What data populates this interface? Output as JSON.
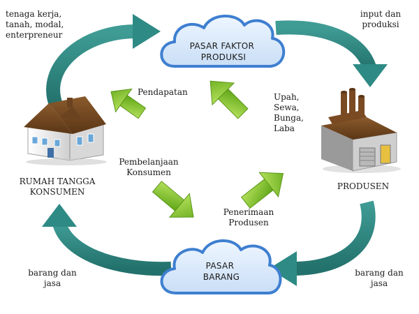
{
  "nodes": {
    "pasar_faktor": "PASAR FAKTOR\nPRODUKSI",
    "pasar_barang": "PASAR\nBARANG",
    "rumah_tangga": "RUMAH TANGGA\nKONSUMEN",
    "produsen": "PRODUSEN"
  },
  "labels": {
    "tenaga_kerja": "tenaga kerja,\ntanah, modal,\nenterpreneur",
    "input_produksi": "input dan\nproduksi",
    "pendapatan": "Pendapatan",
    "upah": "Upah,\nSewa,\nBunga,\nLaba",
    "pembelanjaan": "Pembelanjaan\nKonsumen",
    "penerimaan": "Penerimaan\nProdusen",
    "barang_jasa_left": "barang dan\njasa",
    "barang_jasa_right": "barang dan\njasa"
  },
  "colors": {
    "teal_arrow": "#2e8a84",
    "green_arrow": "#7cbf24",
    "cloud_fill": "#d7e8f8",
    "cloud_stroke": "#3e7fd0"
  },
  "icons": {
    "house": "house-icon",
    "factory": "factory-icon"
  }
}
